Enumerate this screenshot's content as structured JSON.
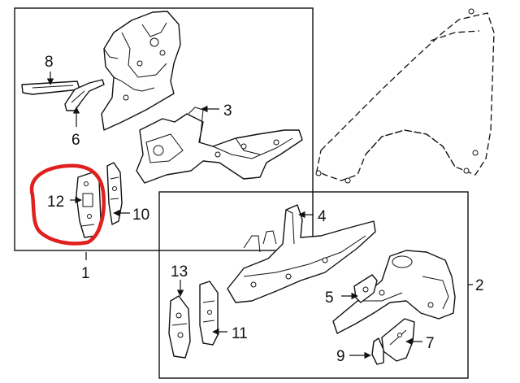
{
  "diagram": {
    "callouts": {
      "c1": "1",
      "c2": "2",
      "c3": "3",
      "c4": "4",
      "c5": "5",
      "c6": "6",
      "c7": "7",
      "c8": "8",
      "c9": "9",
      "c10": "10",
      "c11": "11",
      "c12": "12",
      "c13": "13"
    },
    "highlight_color": "#e0201e",
    "line_color": "#111111"
  }
}
